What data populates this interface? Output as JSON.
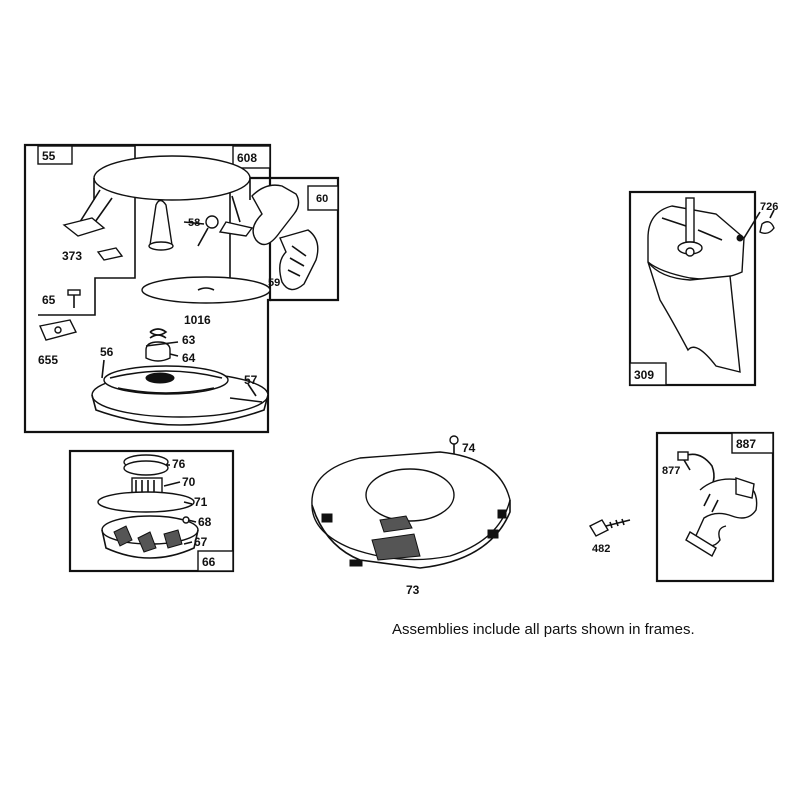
{
  "labels": {
    "p55": "55",
    "p608": "608",
    "p60": "60",
    "p58": "58",
    "p373": "373",
    "p59": "59",
    "p65": "65",
    "p1016": "1016",
    "p63": "63",
    "p64": "64",
    "p655": "655",
    "p56": "56",
    "p57": "57",
    "p76": "76",
    "p70": "70",
    "p71": "71",
    "p68": "68",
    "p67": "67",
    "p66": "66",
    "p74": "74",
    "p73": "73",
    "p482": "482",
    "p726": "726",
    "p309": "309",
    "p887": "887",
    "p877": "877"
  },
  "note": "Assemblies include all parts shown in frames."
}
